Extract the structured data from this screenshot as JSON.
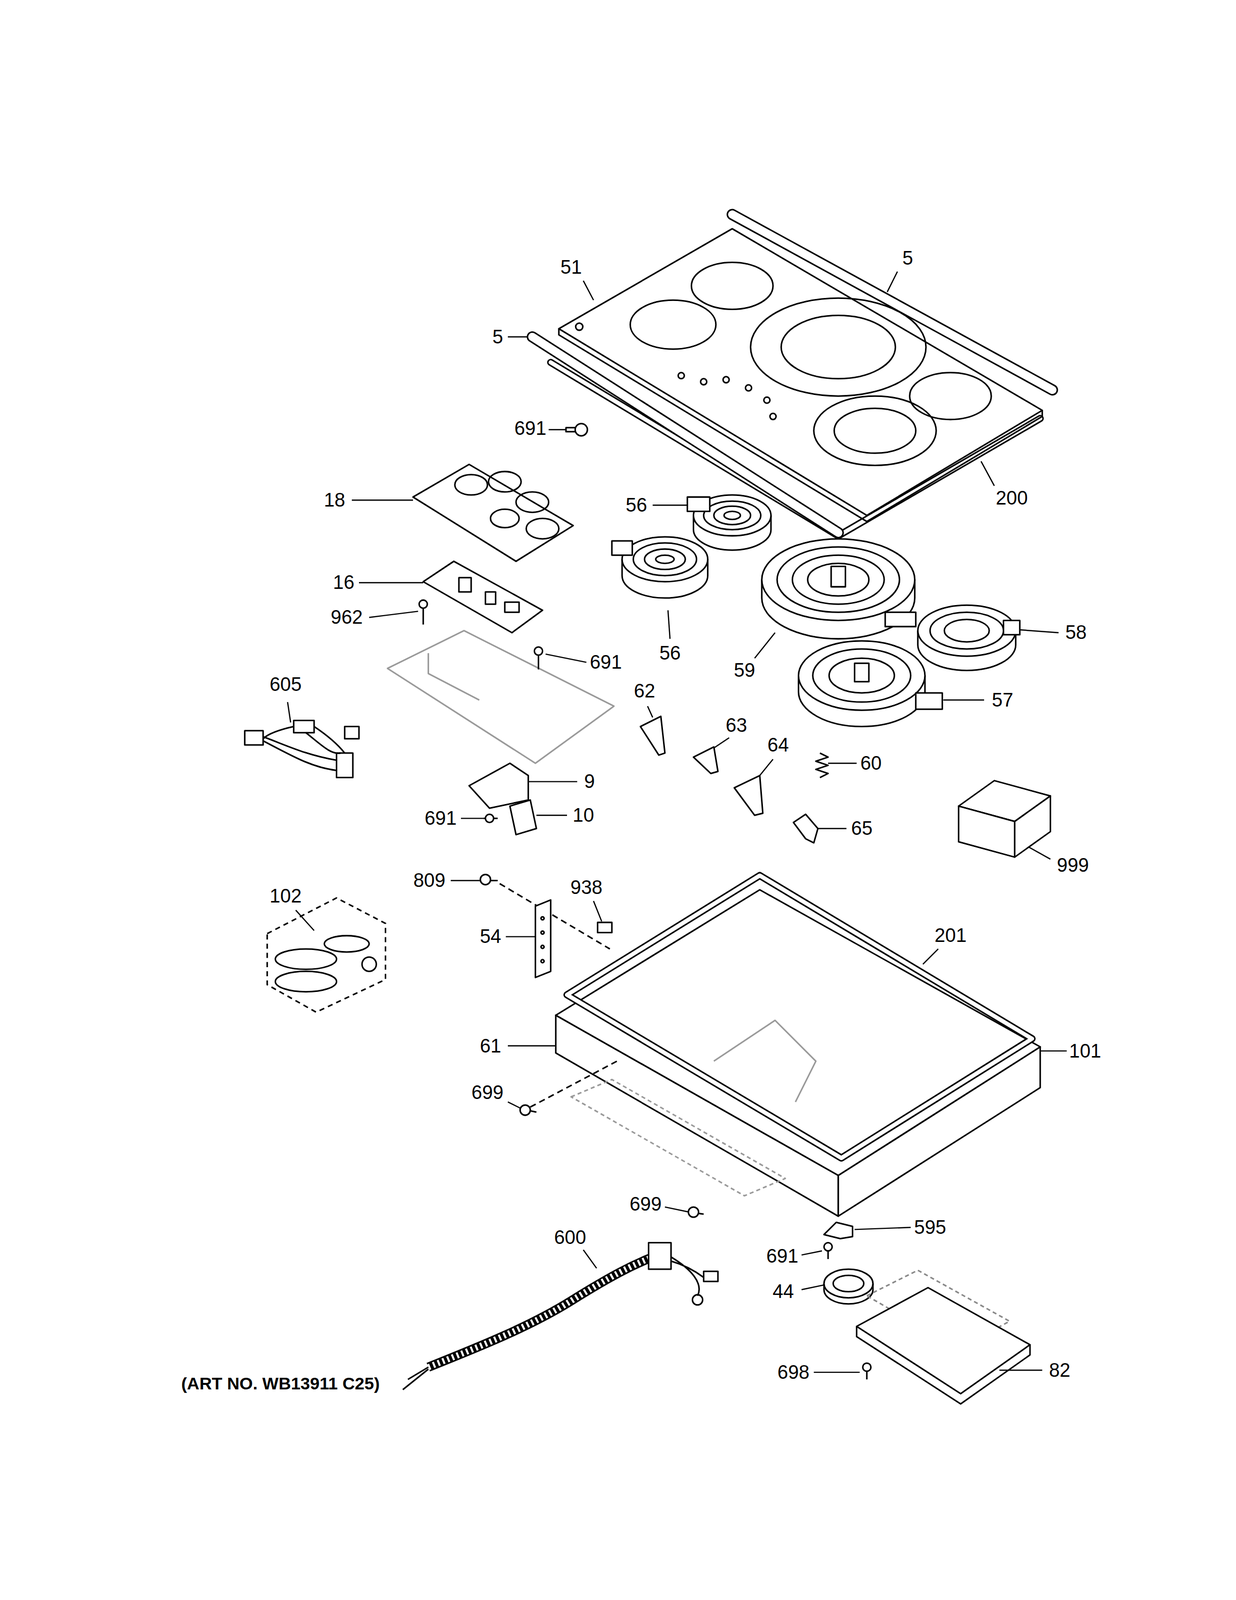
{
  "diagram": {
    "caption": "(ART NO. WB13911 C25)",
    "labels": [
      "5",
      "51",
      "5",
      "691",
      "200",
      "18",
      "56",
      "16",
      "962",
      "56",
      "691",
      "59",
      "58",
      "605",
      "62",
      "57",
      "63",
      "64",
      "60",
      "9",
      "691",
      "10",
      "65",
      "999",
      "809",
      "938",
      "102",
      "201",
      "54",
      "61",
      "101",
      "699",
      "699",
      "595",
      "600",
      "691",
      "44",
      "698",
      "82"
    ]
  }
}
